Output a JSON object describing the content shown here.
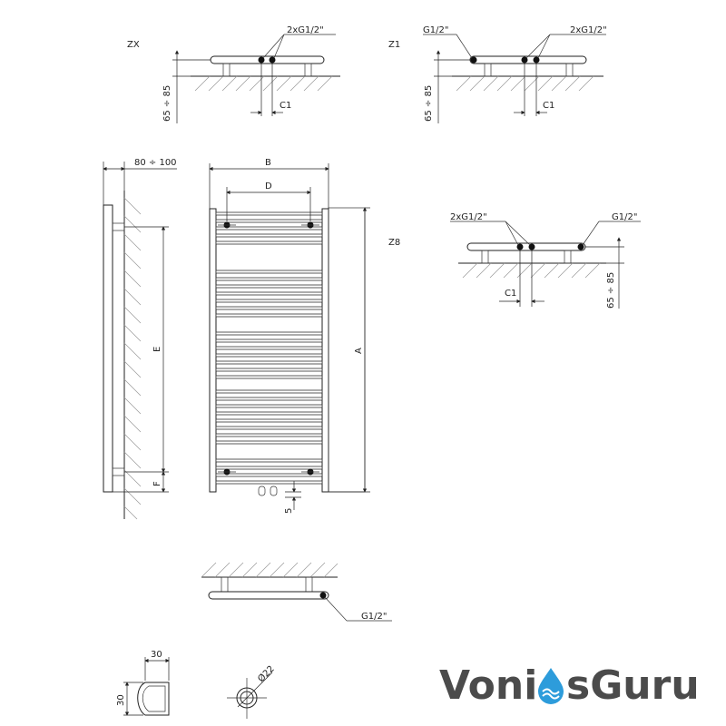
{
  "views": {
    "zx": {
      "name": "ZX",
      "conn": "2xG1/2\"",
      "offset": "65 ÷ 85",
      "c1": "C1"
    },
    "z1": {
      "name": "Z1",
      "conn_single": "G1/2\"",
      "conn": "2xG1/2\"",
      "offset": "65 ÷ 85",
      "c1": "C1"
    },
    "z8": {
      "name": "Z8",
      "conn": "2xG1/2\"",
      "conn_single": "G1/2\"",
      "offset": "65 ÷ 85",
      "c1": "C1"
    }
  },
  "side": {
    "depth": "80 ÷ 100",
    "e": "E",
    "f": "F"
  },
  "front": {
    "b": "B",
    "d": "D",
    "a": "A",
    "gap": "5"
  },
  "top": {
    "conn": "G1/2\""
  },
  "profile": {
    "w": "30",
    "h": "30"
  },
  "pipe": {
    "dia": "Ø22"
  },
  "logo": {
    "before": "Voni",
    "after": "sGuru",
    "drop_color": "#2d9cdb"
  }
}
